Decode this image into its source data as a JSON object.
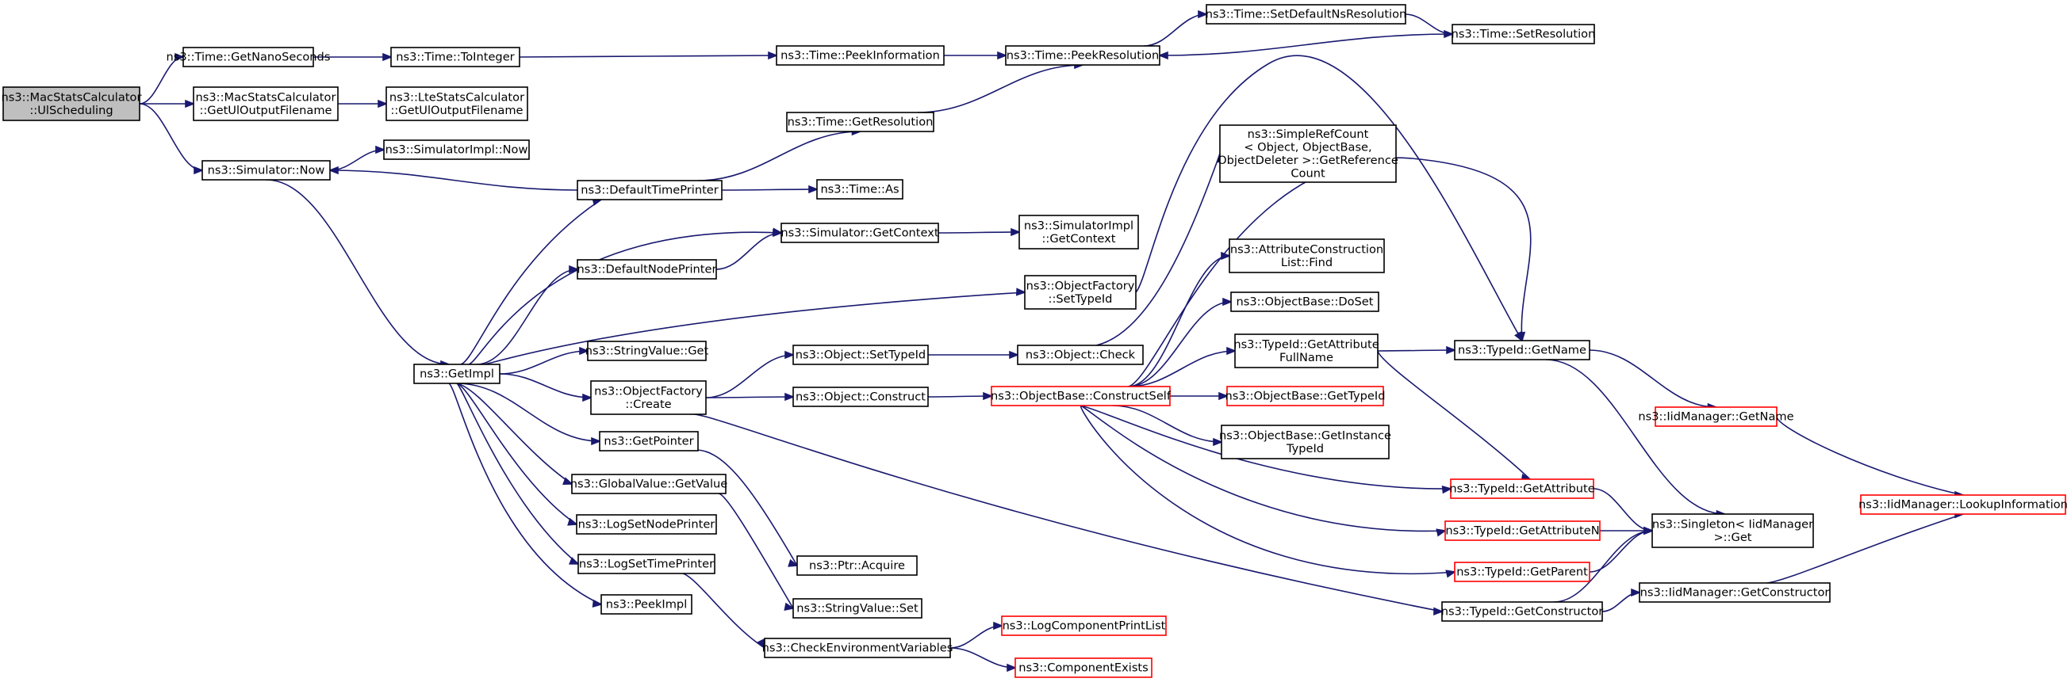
{
  "colors": {
    "edge": "#191970",
    "border_normal": "#000000",
    "border_truncated": "#ff0000",
    "fill_normal": "#ffffff",
    "fill_root": "#bfbfbf"
  },
  "nodes": [
    {
      "id": "root",
      "lines": [
        "ns3::MacStatsCalculator",
        "::UlScheduling"
      ],
      "style": "root"
    },
    {
      "id": "getnano",
      "lines": [
        "ns3::Time::GetNanoSeconds"
      ],
      "style": "normal"
    },
    {
      "id": "mac_getul",
      "lines": [
        "ns3::MacStatsCalculator",
        "::GetUlOutputFilename"
      ],
      "style": "normal"
    },
    {
      "id": "sim_now",
      "lines": [
        "ns3::Simulator::Now"
      ],
      "style": "normal"
    },
    {
      "id": "toint",
      "lines": [
        "ns3::Time::ToInteger"
      ],
      "style": "normal"
    },
    {
      "id": "lte_getul",
      "lines": [
        "ns3::LteStatsCalculator",
        "::GetUlOutputFilename"
      ],
      "style": "normal"
    },
    {
      "id": "simimpl_now",
      "lines": [
        "ns3::SimulatorImpl::Now"
      ],
      "style": "normal"
    },
    {
      "id": "getimpl",
      "lines": [
        "ns3::GetImpl"
      ],
      "style": "normal"
    },
    {
      "id": "peekinfo",
      "lines": [
        "ns3::Time::PeekInformation"
      ],
      "style": "normal"
    },
    {
      "id": "getres",
      "lines": [
        "ns3::Time::GetResolution"
      ],
      "style": "normal"
    },
    {
      "id": "deftimeprinter",
      "lines": [
        "ns3::DefaultTimePrinter"
      ],
      "style": "normal"
    },
    {
      "id": "time_as",
      "lines": [
        "ns3::Time::As"
      ],
      "style": "normal"
    },
    {
      "id": "sim_getctx",
      "lines": [
        "ns3::Simulator::GetContext"
      ],
      "style": "normal"
    },
    {
      "id": "defnodeprinter",
      "lines": [
        "ns3::DefaultNodePrinter"
      ],
      "style": "normal"
    },
    {
      "id": "strval_get",
      "lines": [
        "ns3::StringValue::Get"
      ],
      "style": "normal"
    },
    {
      "id": "objfac_create",
      "lines": [
        "ns3::ObjectFactory",
        "::Create"
      ],
      "style": "normal"
    },
    {
      "id": "getpointer",
      "lines": [
        "ns3::GetPointer"
      ],
      "style": "normal"
    },
    {
      "id": "gv_getvalue",
      "lines": [
        "ns3::GlobalValue::GetValue"
      ],
      "style": "normal"
    },
    {
      "id": "logsetnode",
      "lines": [
        "ns3::LogSetNodePrinter"
      ],
      "style": "normal"
    },
    {
      "id": "logsettime",
      "lines": [
        "ns3::LogSetTimePrinter"
      ],
      "style": "normal"
    },
    {
      "id": "peekimpl",
      "lines": [
        "ns3::PeekImpl"
      ],
      "style": "normal"
    },
    {
      "id": "peekres",
      "lines": [
        "ns3::Time::PeekResolution"
      ],
      "style": "normal"
    },
    {
      "id": "setdefns",
      "lines": [
        "ns3::Time::SetDefaultNsResolution"
      ],
      "style": "normal"
    },
    {
      "id": "setres",
      "lines": [
        "ns3::Time::SetResolution"
      ],
      "style": "normal"
    },
    {
      "id": "simimpl_getctx",
      "lines": [
        "ns3::SimulatorImpl",
        "::GetContext"
      ],
      "style": "normal"
    },
    {
      "id": "objfac_settid",
      "lines": [
        "ns3::ObjectFactory",
        "::SetTypeId"
      ],
      "style": "normal"
    },
    {
      "id": "obj_settid",
      "lines": [
        "ns3::Object::SetTypeId"
      ],
      "style": "normal"
    },
    {
      "id": "obj_check",
      "lines": [
        "ns3::Object::Check"
      ],
      "style": "normal"
    },
    {
      "id": "obj_construct",
      "lines": [
        "ns3::Object::Construct"
      ],
      "style": "normal"
    },
    {
      "id": "ptr_acquire",
      "lines": [
        "ns3::Ptr::Acquire"
      ],
      "style": "normal"
    },
    {
      "id": "strval_set",
      "lines": [
        "ns3::StringValue::Set"
      ],
      "style": "normal"
    },
    {
      "id": "checkenv",
      "lines": [
        "ns3::CheckEnvironmentVariables"
      ],
      "style": "normal"
    },
    {
      "id": "logcomplist",
      "lines": [
        "ns3::LogComponentPrintList"
      ],
      "style": "truncated"
    },
    {
      "id": "compexists",
      "lines": [
        "ns3::ComponentExists"
      ],
      "style": "truncated"
    },
    {
      "id": "simplerefcount",
      "lines": [
        "ns3::SimpleRefCount",
        "< Object, ObjectBase,",
        "ObjectDeleter >::GetReference",
        "Count"
      ],
      "style": "normal"
    },
    {
      "id": "attrconst_find",
      "lines": [
        "ns3::AttributeConstruction",
        "List::Find"
      ],
      "style": "normal"
    },
    {
      "id": "ob_doset",
      "lines": [
        "ns3::ObjectBase::DoSet"
      ],
      "style": "normal"
    },
    {
      "id": "tid_getattrfull",
      "lines": [
        "ns3::TypeId::GetAttribute",
        "FullName"
      ],
      "style": "normal"
    },
    {
      "id": "ob_constructself",
      "lines": [
        "ns3::ObjectBase::ConstructSelf"
      ],
      "style": "truncated"
    },
    {
      "id": "ob_gettid",
      "lines": [
        "ns3::ObjectBase::GetTypeId"
      ],
      "style": "truncated"
    },
    {
      "id": "ob_getinst",
      "lines": [
        "ns3::ObjectBase::GetInstance",
        "TypeId"
      ],
      "style": "normal"
    },
    {
      "id": "tid_getattr",
      "lines": [
        "ns3::TypeId::GetAttribute"
      ],
      "style": "truncated"
    },
    {
      "id": "tid_getattrn",
      "lines": [
        "ns3::TypeId::GetAttributeN"
      ],
      "style": "truncated"
    },
    {
      "id": "tid_getparent",
      "lines": [
        "ns3::TypeId::GetParent"
      ],
      "style": "truncated"
    },
    {
      "id": "tid_getctor",
      "lines": [
        "ns3::TypeId::GetConstructor"
      ],
      "style": "normal"
    },
    {
      "id": "tid_getname",
      "lines": [
        "ns3::TypeId::GetName"
      ],
      "style": "normal"
    },
    {
      "id": "iid_getname",
      "lines": [
        "ns3::IidManager::GetName"
      ],
      "style": "truncated"
    },
    {
      "id": "singleton_get",
      "lines": [
        "ns3::Singleton< IidManager",
        ">::Get"
      ],
      "style": "normal"
    },
    {
      "id": "iid_getctor",
      "lines": [
        "ns3::IidManager::GetConstructor"
      ],
      "style": "normal"
    },
    {
      "id": "iid_lookup",
      "lines": [
        "ns3::IidManager::LookupInformation"
      ],
      "style": "truncated"
    }
  ],
  "edges": [
    [
      "root",
      "getnano"
    ],
    [
      "root",
      "mac_getul"
    ],
    [
      "root",
      "sim_now"
    ],
    [
      "getnano",
      "toint"
    ],
    [
      "mac_getul",
      "lte_getul"
    ],
    [
      "sim_now",
      "simimpl_now"
    ],
    [
      "sim_now",
      "getimpl"
    ],
    [
      "toint",
      "peekinfo"
    ],
    [
      "peekinfo",
      "peekres"
    ],
    [
      "getres",
      "peekres"
    ],
    [
      "peekres",
      "setdefns"
    ],
    [
      "setdefns",
      "setres"
    ],
    [
      "setres",
      "peekres"
    ],
    [
      "deftimeprinter",
      "sim_now"
    ],
    [
      "deftimeprinter",
      "getres"
    ],
    [
      "deftimeprinter",
      "time_as"
    ],
    [
      "sim_getctx",
      "simimpl_getctx"
    ],
    [
      "defnodeprinter",
      "sim_getctx"
    ],
    [
      "getimpl",
      "deftimeprinter"
    ],
    [
      "getimpl",
      "sim_getctx"
    ],
    [
      "getimpl",
      "defnodeprinter"
    ],
    [
      "getimpl",
      "objfac_settid"
    ],
    [
      "getimpl",
      "strval_get"
    ],
    [
      "getimpl",
      "objfac_create"
    ],
    [
      "getimpl",
      "getpointer"
    ],
    [
      "getimpl",
      "gv_getvalue"
    ],
    [
      "getimpl",
      "logsetnode"
    ],
    [
      "getimpl",
      "logsettime"
    ],
    [
      "getimpl",
      "peekimpl"
    ],
    [
      "objfac_settid",
      "tid_getname"
    ],
    [
      "objfac_create",
      "obj_settid"
    ],
    [
      "objfac_create",
      "obj_construct"
    ],
    [
      "objfac_create",
      "tid_getctor"
    ],
    [
      "obj_settid",
      "obj_check"
    ],
    [
      "obj_check",
      "simplerefcount"
    ],
    [
      "obj_construct",
      "ob_constructself"
    ],
    [
      "getpointer",
      "ptr_acquire"
    ],
    [
      "gv_getvalue",
      "strval_set"
    ],
    [
      "logsettime",
      "checkenv"
    ],
    [
      "checkenv",
      "logcomplist"
    ],
    [
      "checkenv",
      "compexists"
    ],
    [
      "ob_constructself",
      "attrconst_find"
    ],
    [
      "ob_constructself",
      "ob_doset"
    ],
    [
      "ob_constructself",
      "tid_getattrfull"
    ],
    [
      "ob_constructself",
      "ob_gettid"
    ],
    [
      "ob_constructself",
      "ob_getinst"
    ],
    [
      "ob_constructself",
      "tid_getattr"
    ],
    [
      "ob_constructself",
      "tid_getattrn"
    ],
    [
      "ob_constructself",
      "tid_getparent"
    ],
    [
      "ob_constructself",
      "tid_getname"
    ],
    [
      "tid_getattrfull",
      "tid_getname"
    ],
    [
      "tid_getattrfull",
      "tid_getattr"
    ],
    [
      "tid_getname",
      "iid_getname"
    ],
    [
      "tid_getname",
      "singleton_get"
    ],
    [
      "iid_getname",
      "iid_lookup"
    ],
    [
      "tid_getattr",
      "singleton_get"
    ],
    [
      "tid_getattrn",
      "singleton_get"
    ],
    [
      "tid_getparent",
      "singleton_get"
    ],
    [
      "tid_getctor",
      "singleton_get"
    ],
    [
      "tid_getctor",
      "iid_getctor"
    ],
    [
      "iid_getctor",
      "iid_lookup"
    ]
  ]
}
